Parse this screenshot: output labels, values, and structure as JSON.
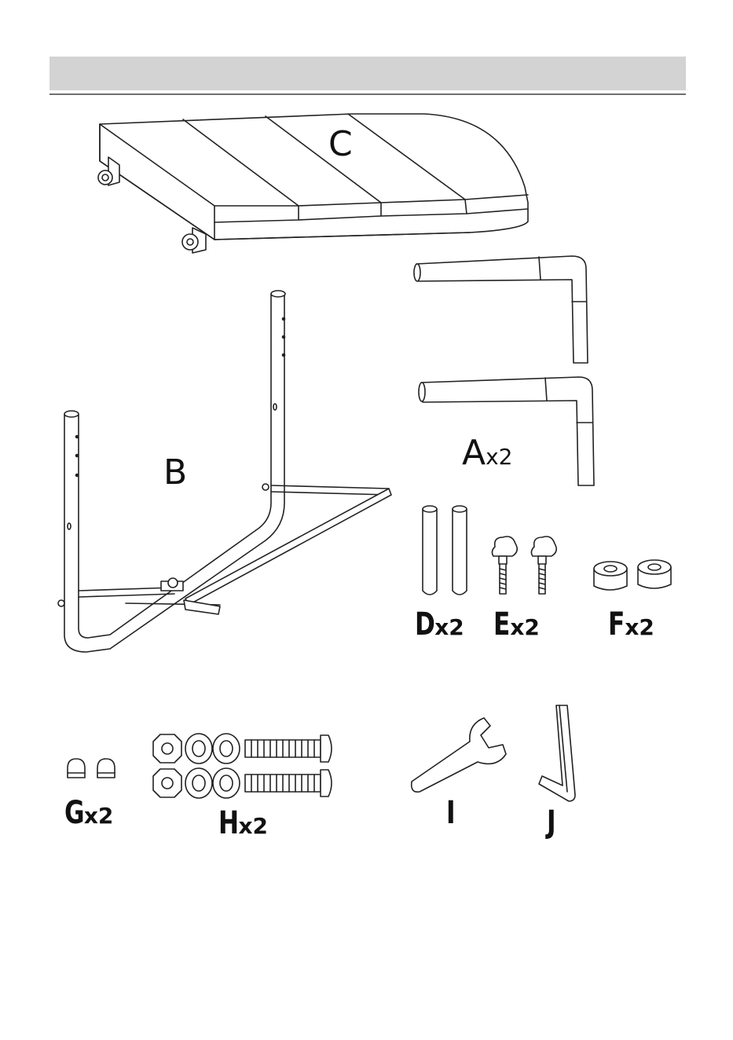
{
  "parts": {
    "A": {
      "letter": "A",
      "qty": "x2"
    },
    "B": {
      "letter": "B"
    },
    "C": {
      "letter": "C"
    },
    "D": {
      "letter": "D",
      "qty": "x2"
    },
    "E": {
      "letter": "E",
      "qty": "x2"
    },
    "F": {
      "letter": "F",
      "qty": "x2"
    },
    "G": {
      "letter": "G",
      "qty": "x2"
    },
    "H": {
      "letter": "H",
      "qty": "x2"
    },
    "I": {
      "letter": "I"
    },
    "J": {
      "letter": "J"
    }
  }
}
